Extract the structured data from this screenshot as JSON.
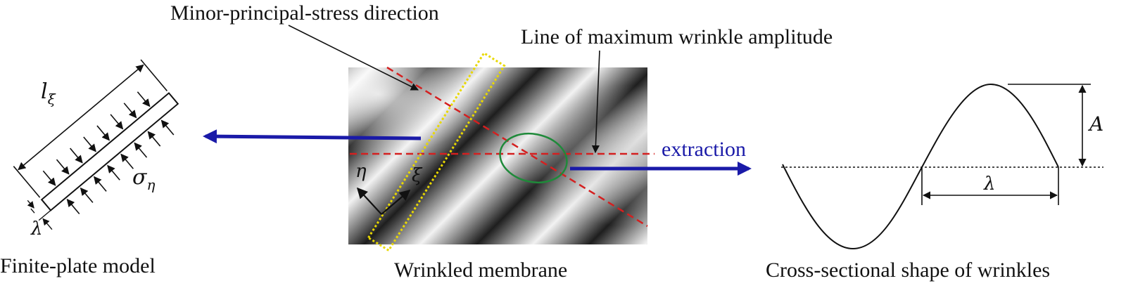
{
  "labels": {
    "minor_stress": "Minor-principal-stress direction",
    "max_amplitude": "Line of maximum wrinkle amplitude",
    "extraction": "extraction"
  },
  "captions": {
    "finite_plate": "Finite-plate model",
    "membrane": "Wrinkled membrane",
    "cross_section": "Cross-sectional shape of wrinkles"
  },
  "symbols": {
    "length": "l",
    "length_sub": "ξ",
    "stress": "σ",
    "stress_sub": "η",
    "wavelength": "λ",
    "amplitude": "A",
    "eta_axis": "η",
    "xi_axis": "ξ"
  },
  "colors": {
    "arrow_blue": "#1a1aa8",
    "dash_red": "#d42020",
    "box_yellow": "#e8d800",
    "ellipse_green": "#1f8a3a"
  }
}
